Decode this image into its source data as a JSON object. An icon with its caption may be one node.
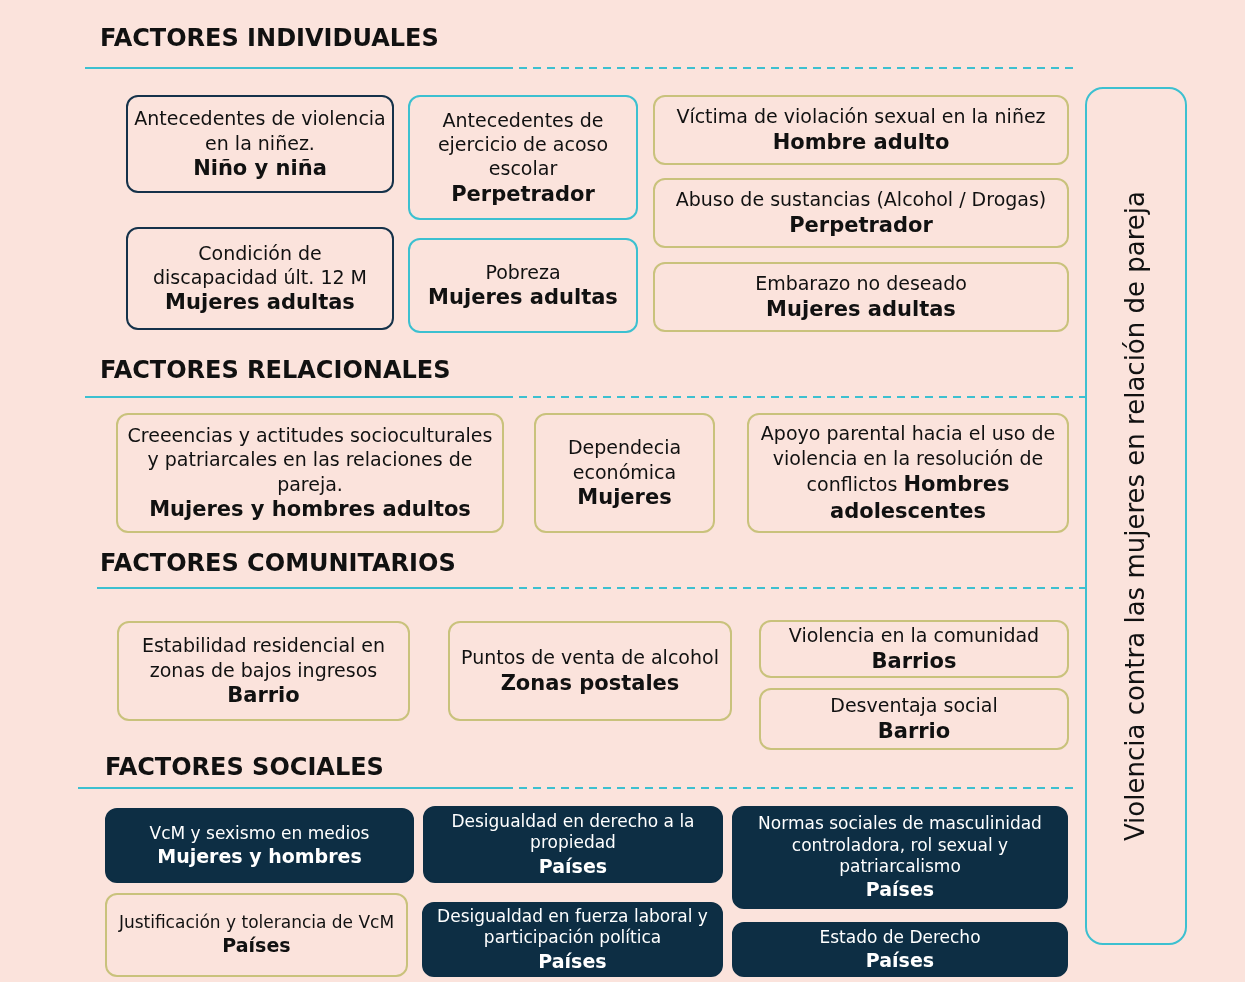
{
  "diagram": {
    "nodes": [
      {
        "text": [
          "Antecedentes de violencia en la niñez.",
          "Niño y niña"
        ]
      },
      {
        "text": [
          "Antecedentes de ejercicio de acoso escolar",
          "Perpetrador"
        ]
      },
      {
        "text": [
          "Víctima de violación sexual en la niñez",
          "Hombre adulto"
        ]
      },
      {
        "text": [
          "Abuso de sustancias (Alcohol / Drogas)",
          "Perpetrador"
        ]
      },
      {
        "text": [
          "Condición de discapacidad últ. 12 M",
          "Mujeres adultas"
        ]
      },
      {
        "text": [
          "Pobreza",
          "Mujeres adultas"
        ]
      },
      {
        "text": [
          "Embarazo no deseado",
          "Mujeres adultas"
        ]
      },
      {
        "text": [
          "Creeencias y actitudes socioculturales y patriarcales en las relaciones de pareja.",
          "Mujeres y hombres adultos"
        ]
      },
      {
        "text": [
          "Dependecia económica",
          "Mujeres"
        ]
      },
      {
        "text": [
          "Apoyo parental hacia el uso de violencia en la resolución de conflictos",
          "Hombres adolescentes"
        ]
      },
      {
        "text": [
          "Estabilidad residencial en zonas de bajos ingresos",
          "Barrio"
        ]
      },
      {
        "text": [
          "Puntos de venta de alcohol",
          "Zonas postales"
        ]
      },
      {
        "text": [
          "Violencia en la comunidad",
          "Barrios"
        ]
      },
      {
        "text": [
          "Desventaja social",
          "Barrio"
        ]
      },
      {
        "text": [
          "VcM y sexismo en medios",
          "Mujeres y hombres"
        ]
      },
      {
        "text": [
          "Desigualdad en derecho a la propiedad",
          "Países"
        ]
      },
      {
        "text": [
          "Normas sociales de masculinidad controladora, rol sexual y patriarcalismo",
          "Países"
        ]
      },
      {
        "text": [
          "Justificación y tolerancia de VcM",
          "Países"
        ]
      },
      {
        "text": [
          "Desigualdad en fuerza laboral y participación política",
          "Países"
        ]
      },
      {
        "text": [
          "Estado de Derecho",
          "Países"
        ]
      },
      {
        "text": [
          "Violencia contra las mujeres en relación de pareja"
        ]
      }
    ],
    "edges": [],
    "labels": [
      "FACTORES INDIVIDUALES",
      "FACTORES RELACIONALES",
      "FACTORES COMUNITARIOS",
      "FACTORES SOCIALES"
    ]
  }
}
